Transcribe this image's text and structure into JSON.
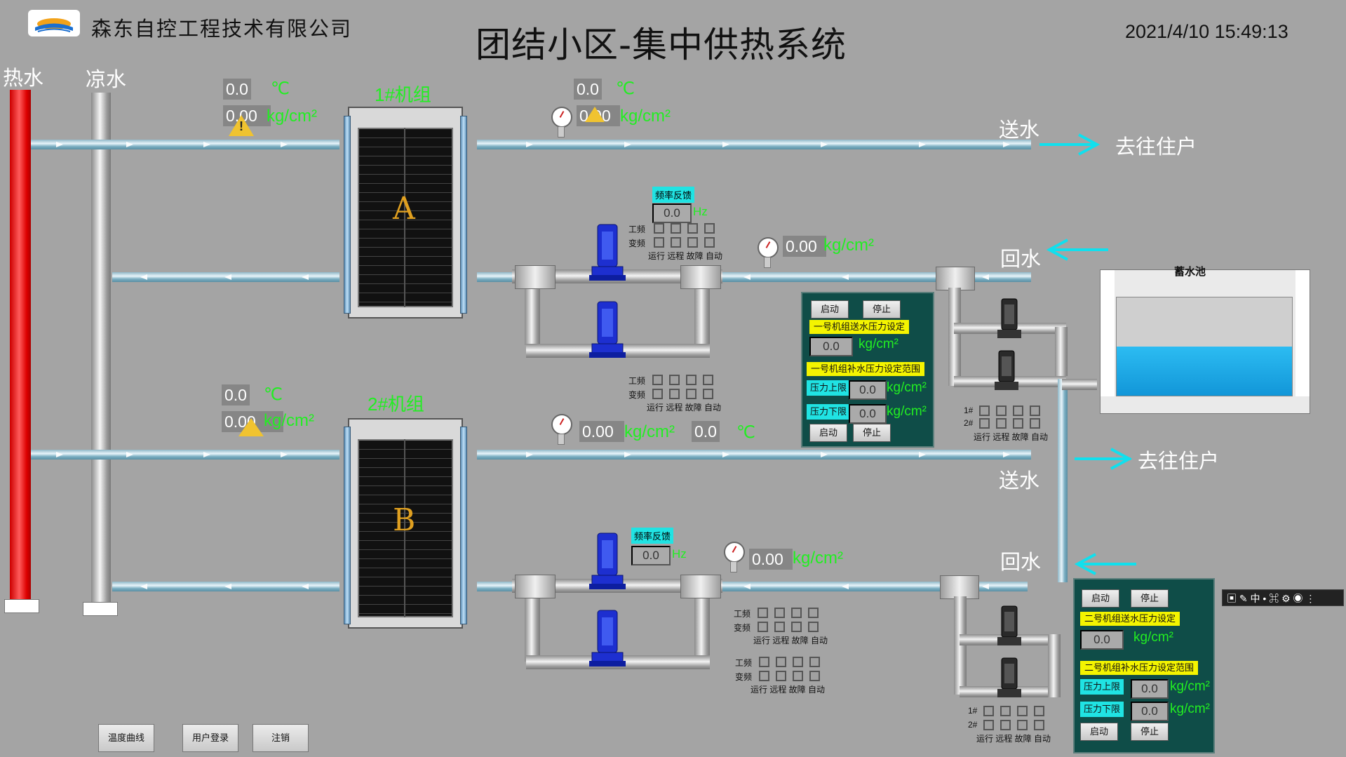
{
  "header": {
    "company": "森东自控工程技术有限公司",
    "title": "团结小区-集中供热系统",
    "datetime": "2021/4/10 15:49:13"
  },
  "pipes": {
    "hot_water": "热水",
    "cold_water": "凉水",
    "supply": "送水",
    "return": "回水",
    "to_residents": "去往住户"
  },
  "unit1": {
    "name": "1#机组",
    "letter": "A",
    "inlet_temp": "0.0",
    "inlet_pressure": "0.00",
    "outlet_temp": "0.0",
    "outlet_pressure": "0.00",
    "return_pressure": "0.00",
    "freq_label": "频率反馈",
    "freq_value": "0.0",
    "freq_unit": "Hz"
  },
  "unit2": {
    "name": "2#机组",
    "letter": "B",
    "inlet_temp": "0.0",
    "inlet_pressure": "0.00",
    "outlet_pressure": "0.00",
    "outlet_temp": "0.0",
    "return_pressure": "0.00",
    "freq_label": "频率反馈",
    "freq_value": "0.0",
    "freq_unit": "Hz"
  },
  "units": {
    "temp": "℃",
    "pressure": "kg/cm²"
  },
  "status": {
    "row_power": "工频",
    "row_vfd": "变频",
    "cols": "运行 远程 故障 自动",
    "row1": "1#",
    "row2": "2#"
  },
  "tank": {
    "label": "蓄水池",
    "level": 0.5
  },
  "panel1": {
    "start": "启动",
    "stop": "停止",
    "supply_setting": "一号机组送水压力设定",
    "supply_value": "0.0",
    "makeup_range": "一号机组补水压力设定范围",
    "upper": "压力上限",
    "upper_value": "0.0",
    "lower": "压力下限",
    "lower_value": "0.0",
    "start2": "启动",
    "stop2": "停止"
  },
  "panel2": {
    "start": "启动",
    "stop": "停止",
    "supply_setting": "二号机组送水压力设定",
    "supply_value": "0.0",
    "makeup_range": "二号机组补水压力设定范围",
    "upper": "压力上限",
    "upper_value": "0.0",
    "lower": "压力下限",
    "lower_value": "0.0",
    "start2": "启动",
    "stop2": "停止"
  },
  "buttons": {
    "temp_curve": "温度曲线",
    "user_login": "用户登录",
    "logout": "注销"
  },
  "colors": {
    "hot_pipe": "#ff2a2a",
    "panel_bg": "#0f4d48",
    "value_green": "#22ee22",
    "arrow_cyan": "#10e0ee",
    "water_blue": "#14a6e6"
  }
}
